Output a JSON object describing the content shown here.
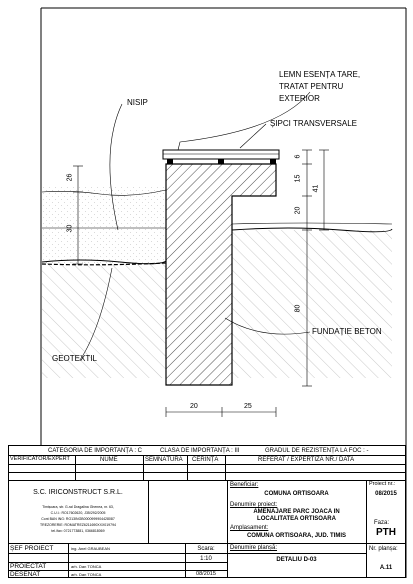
{
  "drawing": {
    "labels": {
      "hardwood": [
        "LEMN ESENȚA TARE,",
        "TRATAT PENTRU",
        "EXTERIOR"
      ],
      "sand": "NISIP",
      "slats": "ȘIPCI TRANSVERSALE",
      "geotextile": "GEOTEXTIL",
      "foundation": "FUNDAȚIE BETON"
    },
    "dimensions": {
      "left_top": "26",
      "left_bottom": "30",
      "right_6": "6",
      "right_15": "15",
      "right_41": "41",
      "right_20": "20",
      "right_80": "80",
      "bottom_20": "20",
      "bottom_25": "25"
    }
  },
  "titleblock": {
    "row1": {
      "importance_cat": "CATEGORIA DE IMPORTANȚA : C",
      "importance_class": "CLASA DE IMPORTANȚA : III",
      "fire_grade": "GRADUL DE REZISTENȚA LA FOC : -"
    },
    "row2": {
      "verifier": "VERIFICATOR/EXPERT",
      "name": "NUME",
      "signature": "SEMNĂTURA",
      "requirement": "CERINȚA",
      "report": "REFERAT / EXPERTIZĂ NR./ DATA"
    },
    "company": {
      "name": "S.C. IRICONSTRUCT S.R.L.",
      "details": [
        "Timișoara, str. G-ral Dragalina Ghenea, nr. 63,",
        "C.U.I.: RO17602620, J35/292/2005",
        "Cont BAN ING: RO13INGB0000999904428087",
        "TREZORERIE: ROMATREZ6211690XXX019794",
        "tel./fax: 0721773881, 0366818069"
      ]
    },
    "beneficiary_label": "Beneficiar:",
    "beneficiary": "COMUNA ORTISOARA",
    "project_name_label": "Denumire proiect:",
    "project_name": [
      "AMENAJARE PARC JOACA IN",
      "LOCALITATEA ORTISOARA"
    ],
    "location_label": "Amplasament:",
    "location": "COMUNA ORTISOARA, JUD. TIMIS",
    "project_no_label": "Proiect nr.:",
    "project_no": "08/2015",
    "phase_label": "Faza:",
    "phase": "PTH",
    "people": {
      "head": "ȘEF PROIECT",
      "head_name": "ing. Anel GRAUBEAN",
      "designer": "PROIECTAT",
      "designer_name": "arh. Dan TONCA",
      "drafter": "DESENAT",
      "drafter_name": "arh. Dan TONCA"
    },
    "scale_label": "Scara:",
    "scale": "1:10",
    "date": "08/2015",
    "sheet_title_label": "Denumire planșă:",
    "sheet_title": "DETALIU D-03",
    "sheet_no_label": "Nr. planșa:",
    "sheet_no": "A.11"
  }
}
